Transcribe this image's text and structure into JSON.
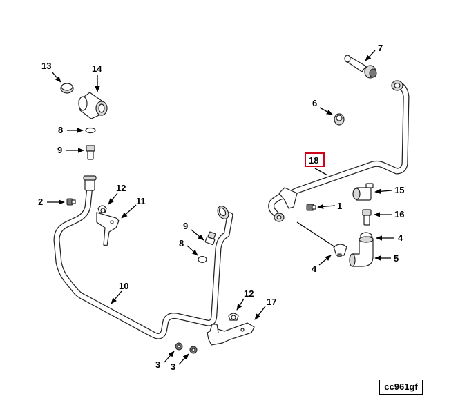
{
  "callouts": {
    "c1": "1",
    "c2": "2",
    "c3a": "3",
    "c3b": "3",
    "c4a": "4",
    "c4b": "4",
    "c5": "5",
    "c6": "6",
    "c7": "7",
    "c8a": "8",
    "c8b": "8",
    "c9a": "9",
    "c9b": "9",
    "c10": "10",
    "c11": "11",
    "c12a": "12",
    "c12b": "12",
    "c13": "13",
    "c14": "14",
    "c15": "15",
    "c16": "16",
    "c17": "17",
    "c18": "18"
  },
  "highlighted_callout": "18",
  "reference_code": "cc961gf",
  "colors": {
    "highlight": "#d0021b",
    "ink": "#000000",
    "background": "#ffffff"
  }
}
